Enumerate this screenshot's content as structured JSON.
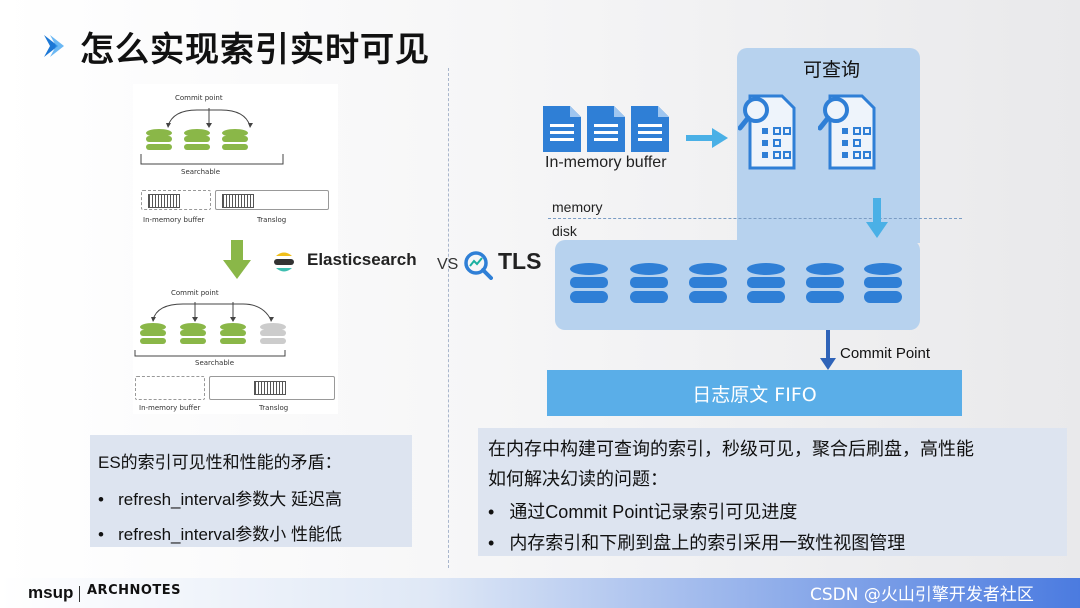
{
  "title": "怎么实现索引实时可见",
  "es_diagram": {
    "commit_point_1": "Commit point",
    "searchable_1": "Searchable",
    "in_memory_buffer_1": "In-memory buffer",
    "translog_1": "Translog",
    "commit_point_2": "Commit point",
    "searchable_2": "Searchable",
    "in_memory_buffer_2": "In-memory buffer",
    "translog_2": "Translog"
  },
  "elasticsearch_label": "Elasticsearch",
  "vs_label": "VS",
  "tls_label": "TLS",
  "tls_diagram": {
    "queryable_label": "可查询",
    "in_memory_buffer_label": "In-memory buffer",
    "memory_label": "memory",
    "disk_label": "disk",
    "commit_point_label": "Commit Point",
    "fifo_label": "日志原文 FIFO"
  },
  "left_caption": {
    "heading": "ES的索引可见性和性能的矛盾：",
    "items": [
      "refresh_interval参数大 延迟高",
      "refresh_interval参数小 性能低"
    ]
  },
  "right_caption": {
    "line1": "在内存中构建可查询的索引，秒级可见，聚合后刷盘，高性能",
    "line2": "如何解决幻读的问题：",
    "items": [
      "通过Commit Point记录索引可见进度",
      "内存索引和下刷到盘上的索引采用一致性视图管理"
    ]
  },
  "footer": {
    "msup": "msup",
    "archnotes": "ARCHNOTES",
    "csdn": "CSDN @火山引擎开发者社区"
  },
  "colors": {
    "green_db": "#8ab748",
    "blue_doc": "#2f7fd6",
    "panel": "#b7d2ee",
    "fifo": "#5aaee8",
    "caption_bg": "#dde4f0"
  }
}
